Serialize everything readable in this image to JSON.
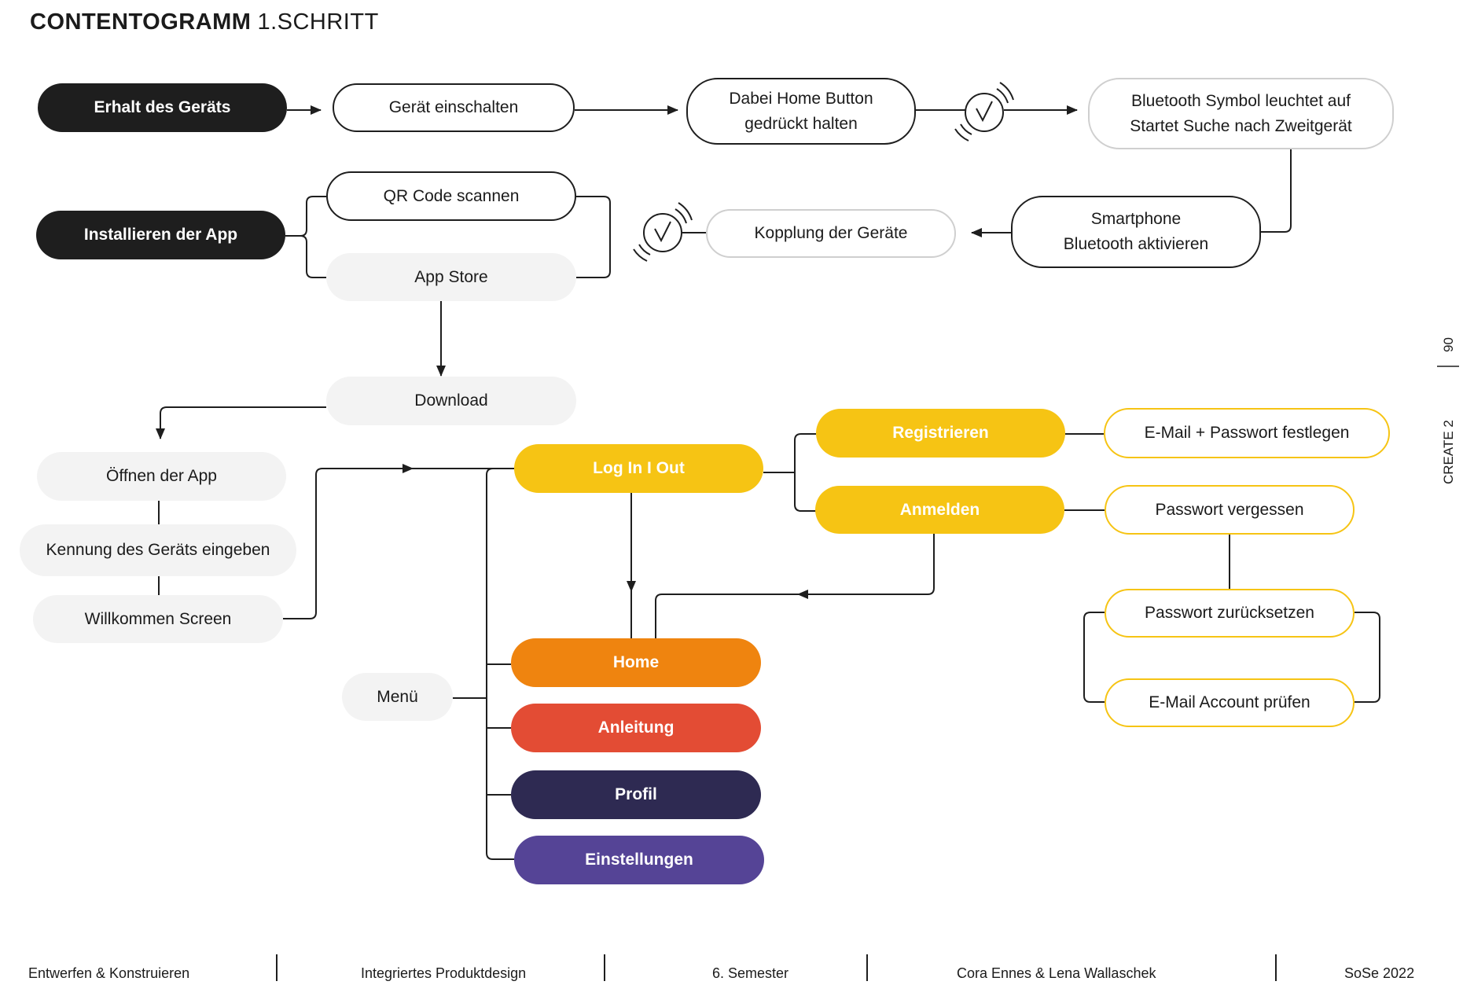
{
  "header": {
    "title_bold": "CONTENTOGRAMM",
    "title_light": "1.SCHRITT"
  },
  "nodes": {
    "erhalt": "Erhalt des Geräts",
    "einschalten": "Gerät einschalten",
    "home_button_l1": "Dabei Home Button",
    "home_button_l2": "gedrückt halten",
    "bt_symbol_l1": "Bluetooth Symbol leuchtet auf",
    "bt_symbol_l2": "Startet Suche nach Zweitgerät",
    "install": "Installieren der App",
    "qr": "QR Code scannen",
    "appstore": "App Store",
    "kopplung": "Kopplung der Geräte",
    "smartphone_l1": "Smartphone",
    "smartphone_l2": "Bluetooth aktivieren",
    "download": "Download",
    "oeffnen": "Öffnen der App",
    "kennung": "Kennung des Geräts eingeben",
    "willkommen": "Willkommen Screen",
    "login": "Log In I Out",
    "registrieren": "Registrieren",
    "anmelden": "Anmelden",
    "email_pw": "E-Mail + Passwort festlegen",
    "pw_vergessen": "Passwort vergessen",
    "pw_reset": "Passwort zurücksetzen",
    "email_check": "E-Mail Account prüfen",
    "menu": "Menü",
    "home": "Home",
    "anleitung": "Anleitung",
    "profil": "Profil",
    "einstellungen": "Einstellungen"
  },
  "side": {
    "page_number": "90",
    "section": "CREATE   2"
  },
  "footer": {
    "course": "Entwerfen & Konstruieren",
    "program": "Integriertes Produktdesign",
    "semester": "6. Semester",
    "authors": "Cora Ennes  & Lena Wallaschek",
    "term": "SoSe 2022"
  },
  "colors": {
    "dark": "#1e1e1e",
    "soft": "#f3f3f3",
    "yellow": "#f6c414",
    "orange": "#ef840f",
    "red": "#e34c34",
    "navy": "#2e2a52",
    "purple": "#554496",
    "grey_border": "#cfcfcf"
  },
  "icons": [
    "check-circle-icon",
    "check-circle-icon"
  ]
}
